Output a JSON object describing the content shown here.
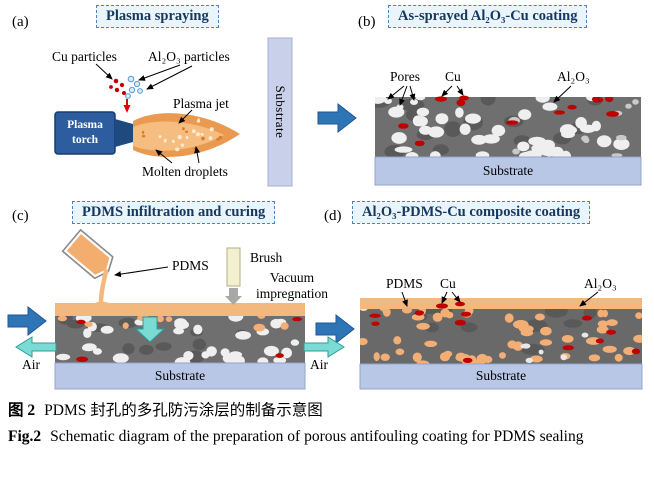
{
  "colors": {
    "title_navy": "#16375e",
    "title_box_fill": "#eaf4fb",
    "title_box_border": "#4f81bd",
    "arrow_blue": "#2e75b6",
    "air_cyan": "#7adbd4",
    "cu_red": "#c00000",
    "pdms_orange": "#f2ae74",
    "coating_gray": "#6f6f6f",
    "substrate_blue": "#b9c7e6",
    "pore_white": "#efefef"
  },
  "panels": {
    "a": {
      "label": "(a)",
      "title": "Plasma spraying",
      "cu_particles": "Cu particles",
      "al2o3_particles": "Al₂O₃ particles",
      "plasma_jet": "Plasma jet",
      "plasma_torch": "Plasma torch",
      "molten_droplets": "Molten droplets",
      "substrate": "Substrate"
    },
    "b": {
      "label": "(b)",
      "title": "As-sprayed Al₂O₃-Cu coating",
      "pores": "Pores",
      "cu": "Cu",
      "al2o3": "Al₂O₃",
      "substrate": "Substrate"
    },
    "c": {
      "label": "(c)",
      "title": "PDMS infiltration and curing",
      "pdms": "PDMS",
      "brush": "Brush",
      "vacuum": "Vacuum impregnation",
      "air_left": "Air",
      "air_right": "Air",
      "substrate": "Substrate"
    },
    "d": {
      "label": "(d)",
      "title": "Al₂O₃-PDMS-Cu composite coating",
      "pdms": "PDMS",
      "cu": "Cu",
      "al2o3": "Al₂O₃",
      "substrate": "Substrate"
    }
  },
  "caption": {
    "zh_label": "图 2",
    "zh_text": "PDMS 封孔的多孔防污涂层的制备示意图",
    "en_label": "Fig.2",
    "en_text": "Schematic diagram of the preparation of porous antifouling coating for PDMS sealing"
  }
}
